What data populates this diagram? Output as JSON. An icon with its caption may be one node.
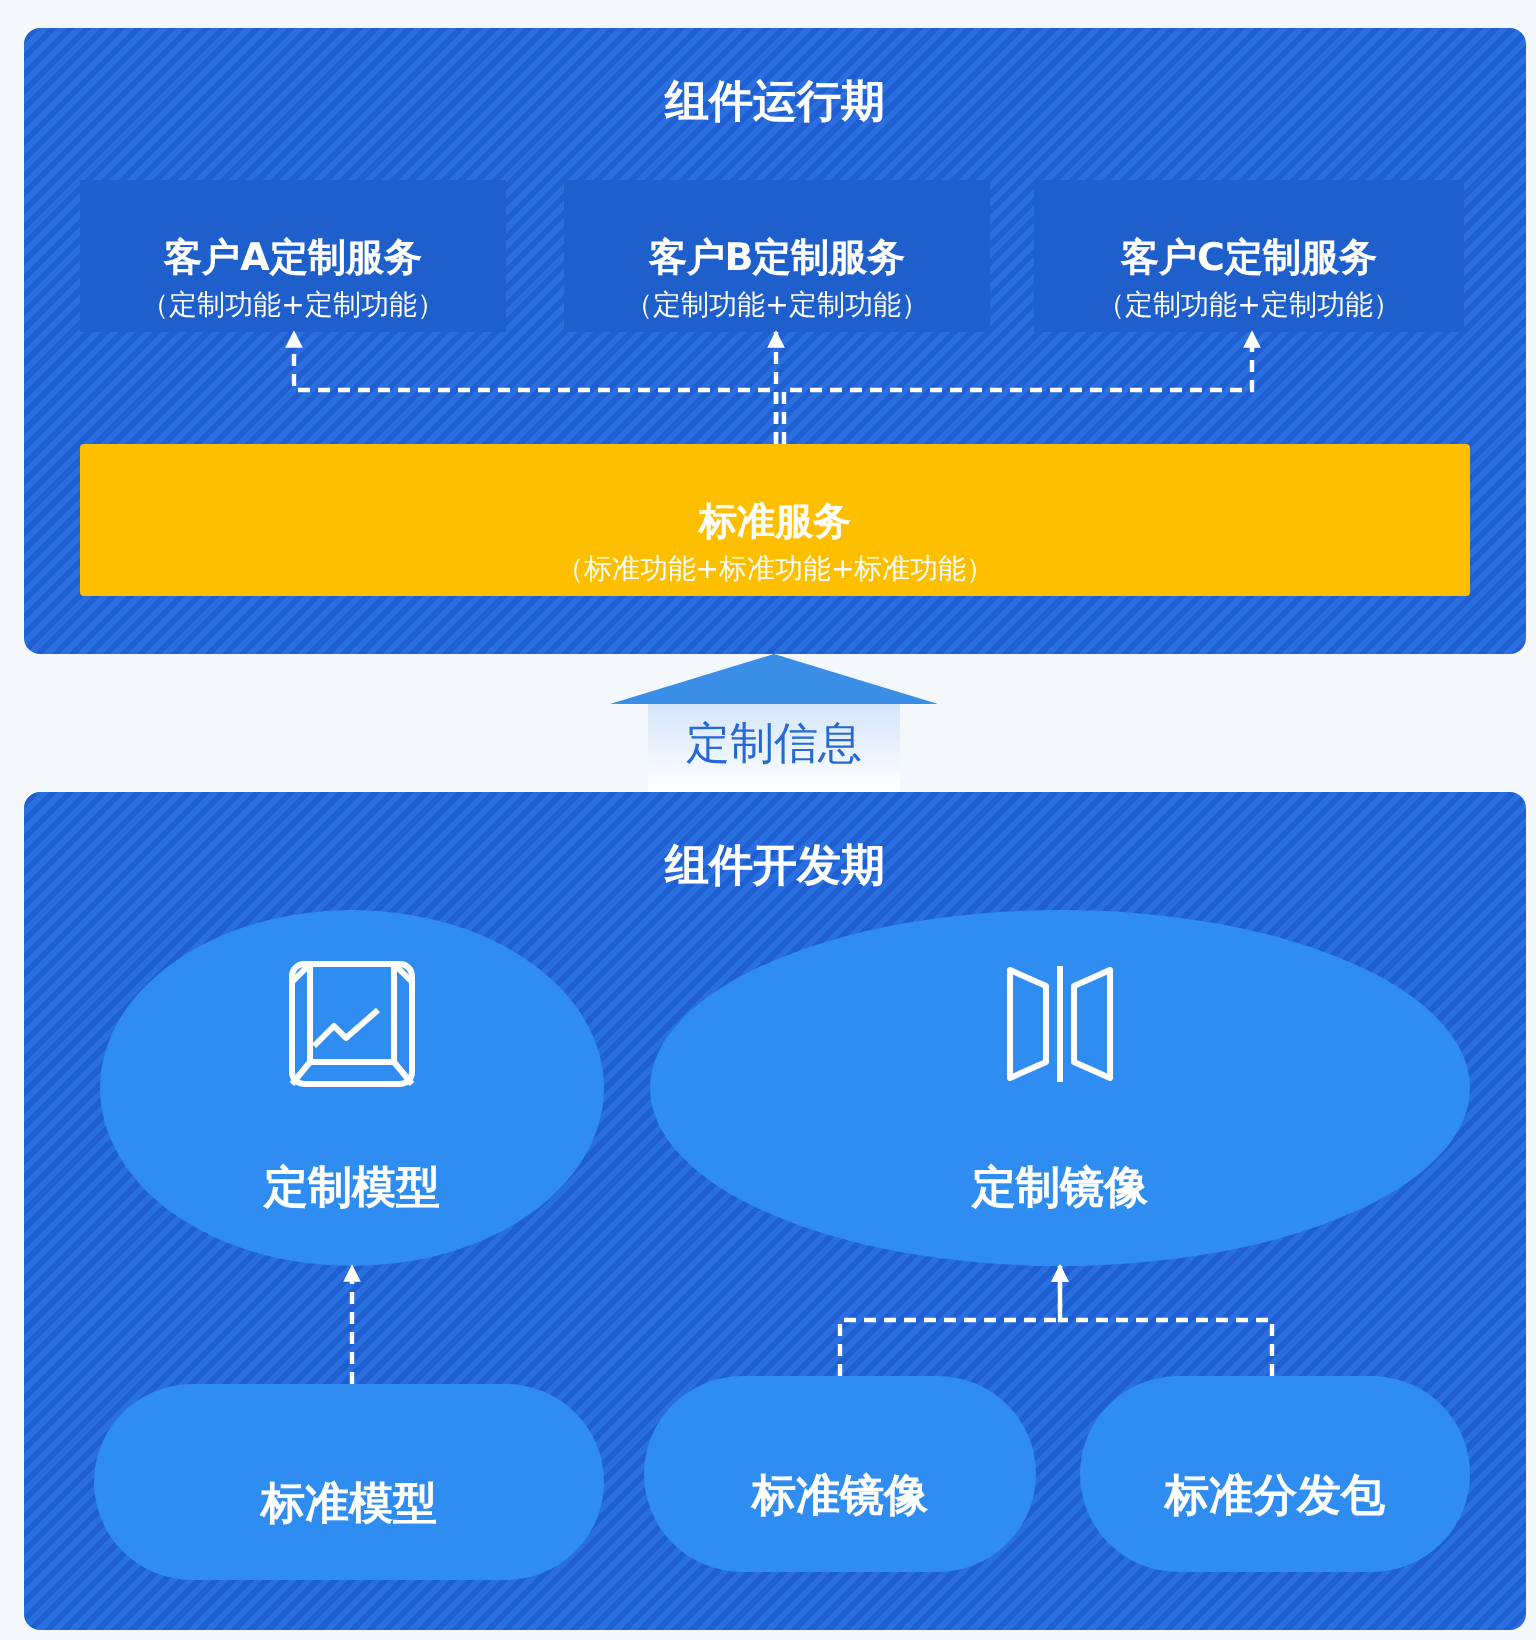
{
  "diagram": {
    "nodes": [
      {
        "text": [
          "组件运行期"
        ]
      },
      {
        "text": [
          "客户A定制服务",
          "（定制功能+定制功能）"
        ],
        "in": 0
      },
      {
        "text": [
          "客户B定制服务",
          "（定制功能+定制功能）"
        ],
        "in": 0
      },
      {
        "text": [
          "客户C定制服务",
          "（定制功能+定制功能）"
        ],
        "in": 0
      },
      {
        "text": [
          "标准服务",
          "（标准功能+标准功能+标准功能）"
        ],
        "in": 0
      },
      {
        "text": [
          "组件开发期"
        ]
      },
      {
        "text": [
          "定制模型"
        ],
        "in": 5
      },
      {
        "text": [
          "定制镜像"
        ],
        "in": 5
      },
      {
        "text": [
          "标准模型"
        ],
        "in": 5
      },
      {
        "text": [
          "标准镜像"
        ],
        "in": 5
      },
      {
        "text": [
          "标准分发包"
        ],
        "in": 5
      }
    ],
    "edges": [
      {
        "from": 4,
        "to": 1,
        "arrow": "to",
        "style": "dashed"
      },
      {
        "from": 4,
        "to": 2,
        "arrow": "to",
        "style": "dashed"
      },
      {
        "from": 4,
        "to": 3,
        "arrow": "to",
        "style": "dashed"
      },
      {
        "from": 5,
        "to": 0,
        "arrow": "to",
        "style": "thick",
        "label": "定制信息"
      },
      {
        "from": 8,
        "to": 6,
        "arrow": "to",
        "style": "dashed"
      },
      {
        "from": 9,
        "to": 7,
        "arrow": "to",
        "style": "dashed"
      },
      {
        "from": 10,
        "to": 7,
        "arrow": "to",
        "style": "dashed"
      }
    ]
  }
}
